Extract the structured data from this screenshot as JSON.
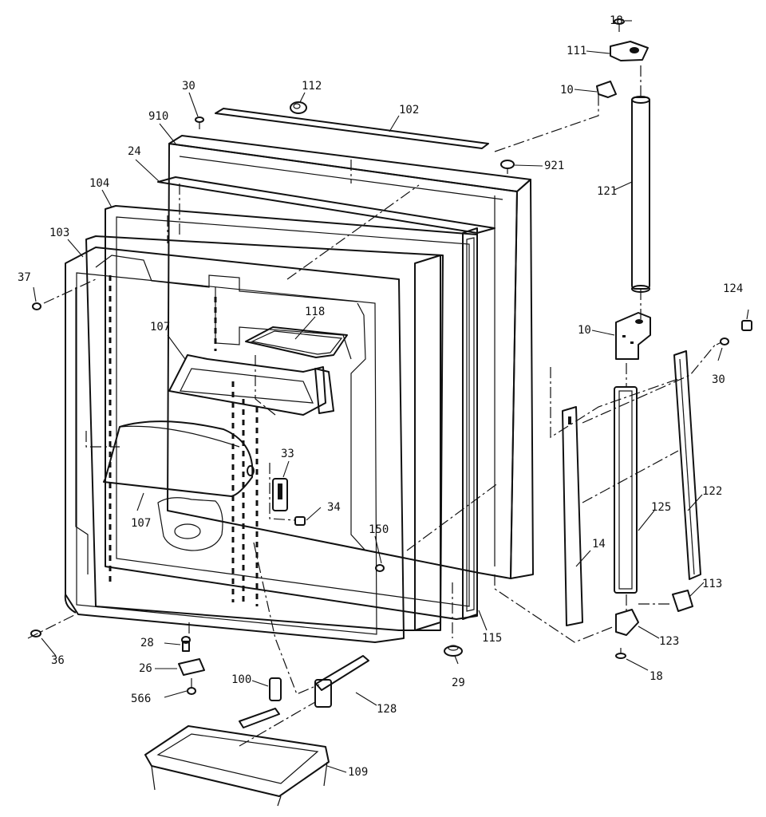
{
  "callouts": {
    "c18a": "18",
    "c111": "111",
    "c10a": "10",
    "c112": "112",
    "c30a": "30",
    "c102": "102",
    "c910": "910",
    "c921": "921",
    "c24": "24",
    "c104": "104",
    "c121": "121",
    "c103": "103",
    "c37": "37",
    "c124": "124",
    "c10b": "10",
    "c118": "118",
    "c107a": "107",
    "c30b": "30",
    "c33": "33",
    "c34": "34",
    "c122": "122",
    "c125": "125",
    "c107b": "107",
    "c150": "150",
    "c14": "14",
    "c113": "113",
    "c115": "115",
    "c36": "36",
    "c28": "28",
    "c123": "123",
    "c26": "26",
    "c29": "29",
    "c18b": "18",
    "c100": "100",
    "c566": "566",
    "c128": "128",
    "c109": "109"
  }
}
